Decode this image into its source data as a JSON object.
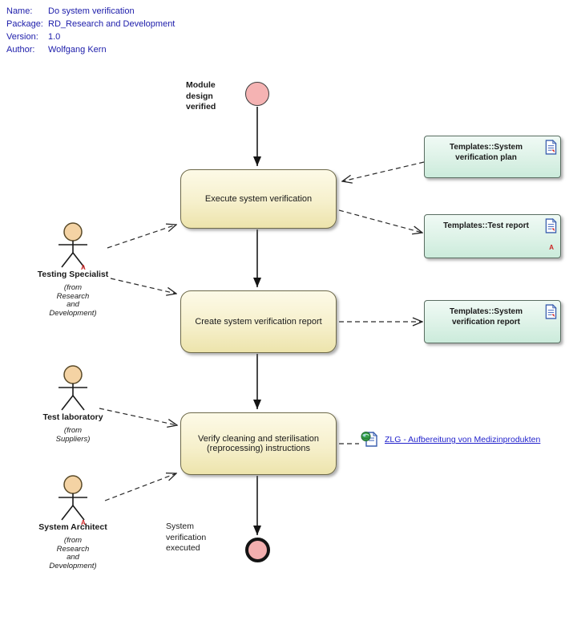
{
  "header": {
    "rows": [
      {
        "label": "Name:",
        "value": "Do system verification"
      },
      {
        "label": "Package:",
        "value": "RD_Research and Development"
      },
      {
        "label": "Version:",
        "value": "1.0"
      },
      {
        "label": "Author:",
        "value": "Wolfgang Kern"
      }
    ]
  },
  "nodes": {
    "start_label": "Module\ndesign\nverified",
    "end_label": "System\nverification\nexecuted",
    "activities": [
      {
        "label": "Execute system verification"
      },
      {
        "label": "Create system verification report"
      },
      {
        "label": "Verify cleaning and sterilisation (reprocessing) instructions"
      }
    ],
    "templates": [
      {
        "label": "Templates::System verification plan"
      },
      {
        "label": "Templates::Test report",
        "marker": "A"
      },
      {
        "label": "Templates::System verification report"
      }
    ],
    "actors": [
      {
        "name": "Testing Specialist",
        "from": "(from\nResearch\nand\nDevelopment)",
        "marker": "A"
      },
      {
        "name": "Test laboratory",
        "from": "(from\nSuppliers)"
      },
      {
        "name": "System Architect",
        "from": "(from\nResearch\nand\nDevelopment)",
        "marker": "A"
      }
    ],
    "hyperlink": {
      "label": "ZLG - Aufbereitung von Medizinprodukten"
    }
  },
  "colors": {
    "header_text": "#1c1caa",
    "activity_fill_top": "#FDFAE7",
    "activity_fill_bottom": "#EDE4AC",
    "activity_border": "#6e6a4a",
    "template_fill_top": "#F0FAF5",
    "template_fill_bottom": "#CBEBDB",
    "template_border": "#5a6e62",
    "node_pink": "#F5B3B3",
    "actor_head": "#F4D3A4",
    "link_blue": "#2222CC",
    "marker_red": "#CC2222"
  }
}
